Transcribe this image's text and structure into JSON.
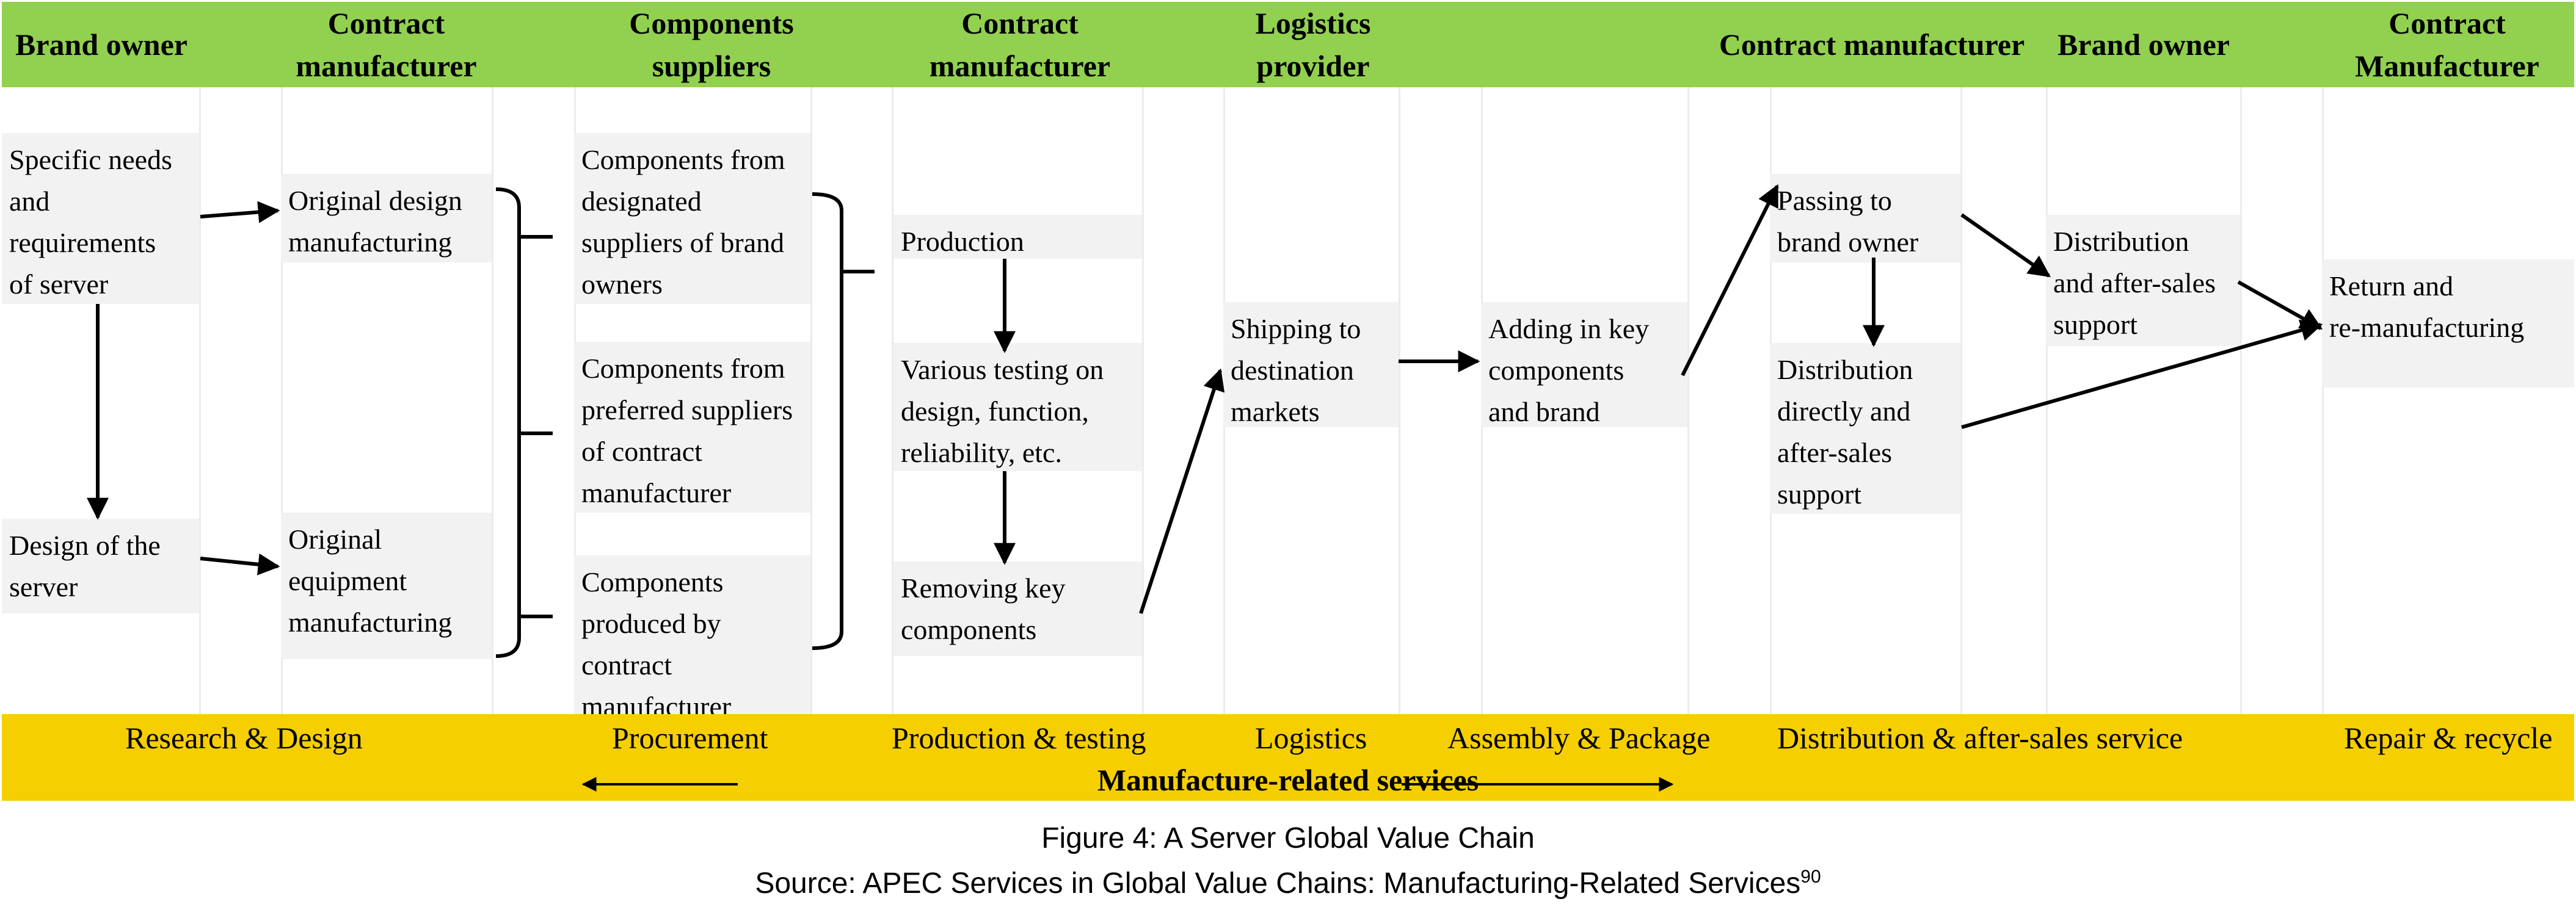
{
  "headers": {
    "h1": "Brand owner",
    "h2": "Contract\nmanufacturer",
    "h3": "Components\nsuppliers",
    "h4": "Contract\nmanufacturer",
    "h5": "Logistics\nprovider",
    "h6": "Contract manufacturer",
    "h7": "Brand owner",
    "h8": "Contract\nManufacturer"
  },
  "boxes": {
    "specific_needs": "Specific needs\nand\nrequirements\nof server",
    "design_of_server": "Design of the\nserver",
    "odm": "Original design\nmanufacturing",
    "oem": "Original\nequipment\nmanufacturing",
    "comp_brand": "Components from\ndesignated\nsuppliers of brand\nowners",
    "comp_preferred": "Components from\npreferred suppliers\nof contract\nmanufacturer",
    "comp_produced": "Components\nproduced by\ncontract\nmanufacturer",
    "production": "Production",
    "testing": "Various testing on\ndesign, function,\nreliability, etc.",
    "removing": "Removing key\ncomponents",
    "shipping": "Shipping to\ndestination\nmarkets",
    "adding": "Adding in key\ncomponents\nand brand",
    "passing": "Passing to\nbrand owner",
    "dist_direct": "Distribution\ndirectly and\nafter-sales\nsupport",
    "dist_after": "Distribution\nand after-sales\nsupport",
    "return": "Return and\nre-manufacturing"
  },
  "stages": {
    "research": "Research & Design",
    "procurement": "Procurement",
    "production": "Production & testing",
    "logistics": "Logistics",
    "assembly": "Assembly & Package",
    "distribution": "Distribution & after-sales service",
    "repair": "Repair & recycle"
  },
  "services_label": "Manufacture-related services",
  "colors": {
    "header_green": "#92d050",
    "footer_yellow": "#f5cf00",
    "box_gray": "#f2f2f2"
  },
  "caption": {
    "title": "Figure 4: A Server Global Value Chain",
    "source": "Source: APEC Services in Global Value Chains: Manufacturing-Related Services",
    "source_note": "90"
  }
}
